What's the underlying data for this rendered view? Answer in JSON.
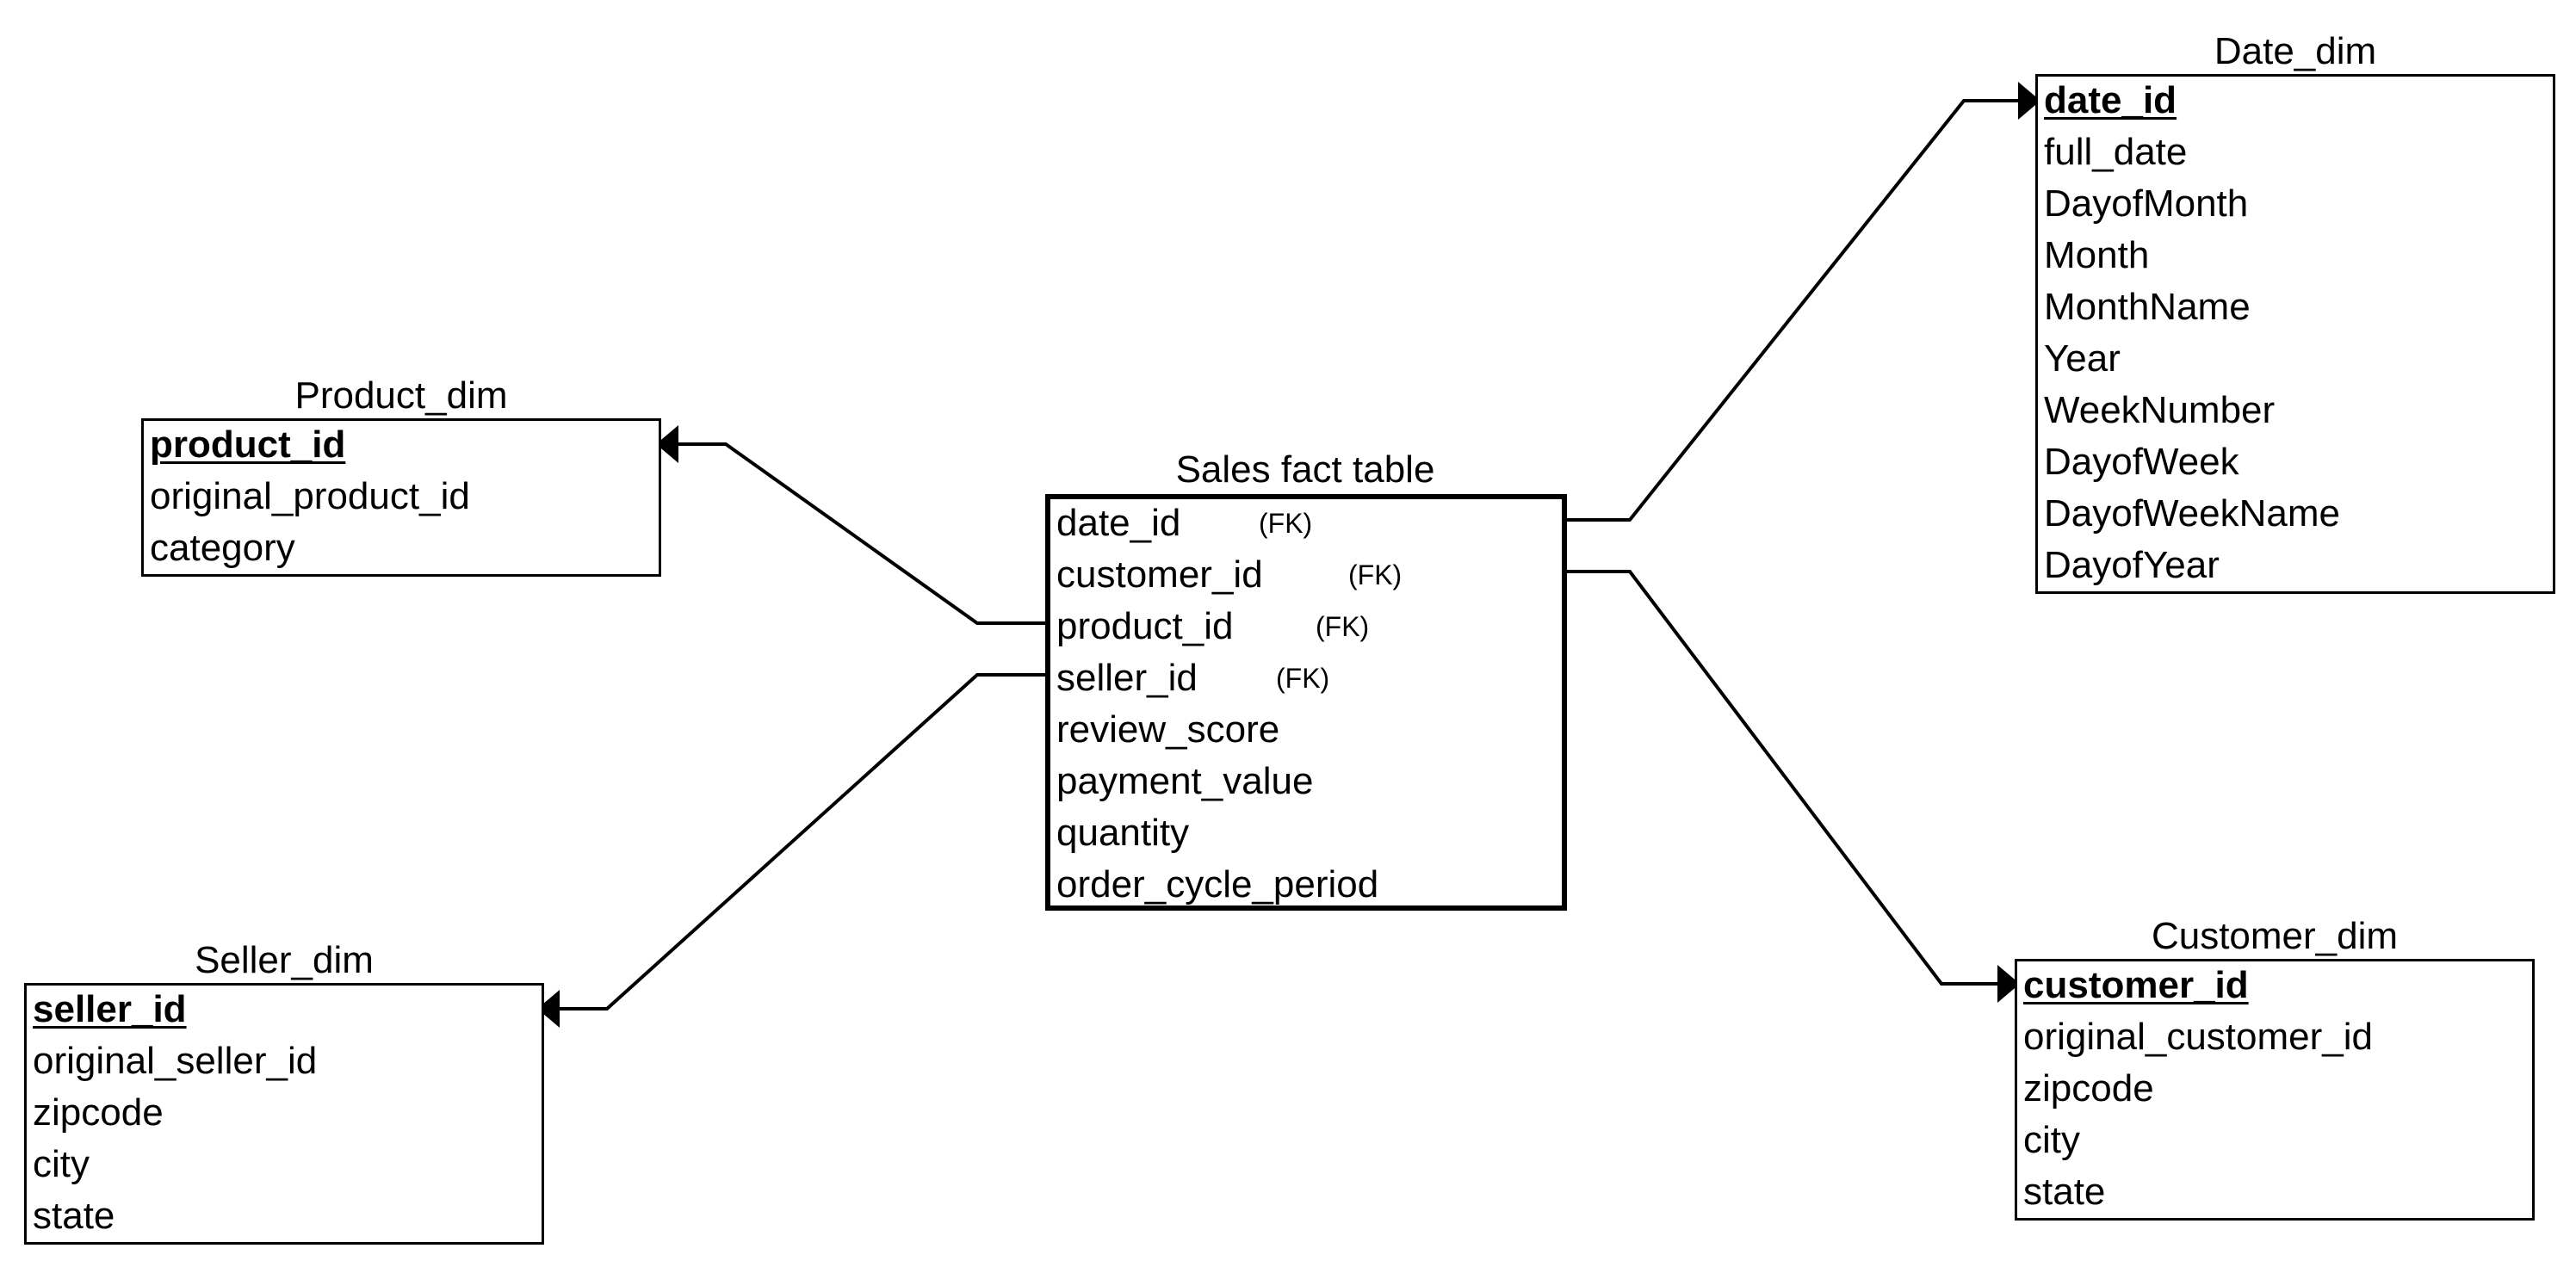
{
  "diagram": {
    "fact_table": {
      "title": "Sales fact table",
      "fields": [
        {
          "name": "date_id",
          "fk": "(FK)"
        },
        {
          "name": "customer_id",
          "fk": "(FK)"
        },
        {
          "name": "product_id",
          "fk": "(FK)"
        },
        {
          "name": "seller_id",
          "fk": "(FK)"
        },
        {
          "name": "review_score",
          "fk": ""
        },
        {
          "name": "payment_value",
          "fk": ""
        },
        {
          "name": "quantity",
          "fk": ""
        },
        {
          "name": "order_cycle_period",
          "fk": ""
        }
      ]
    },
    "date_dim": {
      "title": "Date_dim",
      "pk": "date_id",
      "fields": [
        "full_date",
        "DayofMonth",
        "Month",
        "MonthName",
        "Year",
        "WeekNumber",
        "DayofWeek",
        "DayofWeekName",
        "DayofYear"
      ]
    },
    "product_dim": {
      "title": "Product_dim",
      "pk": "product_id",
      "fields": [
        "original_product_id",
        "category"
      ]
    },
    "seller_dim": {
      "title": "Seller_dim",
      "pk": "seller_id",
      "fields": [
        "original_seller_id",
        "zipcode",
        "city",
        "state"
      ]
    },
    "customer_dim": {
      "title": "Customer_dim",
      "pk": "customer_id",
      "fields": [
        "original_customer_id",
        "zipcode",
        "city",
        "state"
      ]
    },
    "relationships": [
      {
        "from": "date_id",
        "to": "Date_dim"
      },
      {
        "from": "customer_id",
        "to": "Customer_dim"
      },
      {
        "from": "product_id",
        "to": "Product_dim"
      },
      {
        "from": "seller_id",
        "to": "Seller_dim"
      }
    ]
  }
}
